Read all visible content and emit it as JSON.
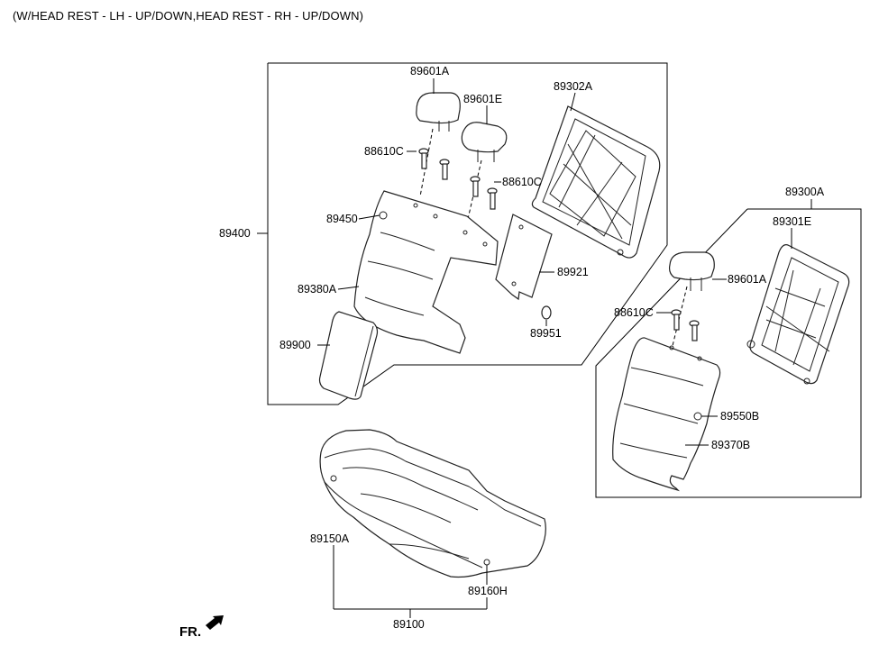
{
  "diagram": {
    "heading": "(W/HEAD REST - LH - UP/DOWN,HEAD REST - RH - UP/DOWN)",
    "front_indicator": "FR.",
    "part_numbers": {
      "p89601A_top": "89601A",
      "p89601E": "89601E",
      "p89302A": "89302A",
      "p88610C_left": "88610C",
      "p88610C_mid": "88610C",
      "p89450": "89450",
      "p89400": "89400",
      "p89380A": "89380A",
      "p89921": "89921",
      "p89951": "89951",
      "p89900": "89900",
      "p89300A": "89300A",
      "p89301E": "89301E",
      "p89601A_right": "89601A",
      "p88610C_right": "88610C",
      "p89550B": "89550B",
      "p89370B": "89370B",
      "p89150A": "89150A",
      "p89160H": "89160H",
      "p89100": "89100"
    }
  }
}
